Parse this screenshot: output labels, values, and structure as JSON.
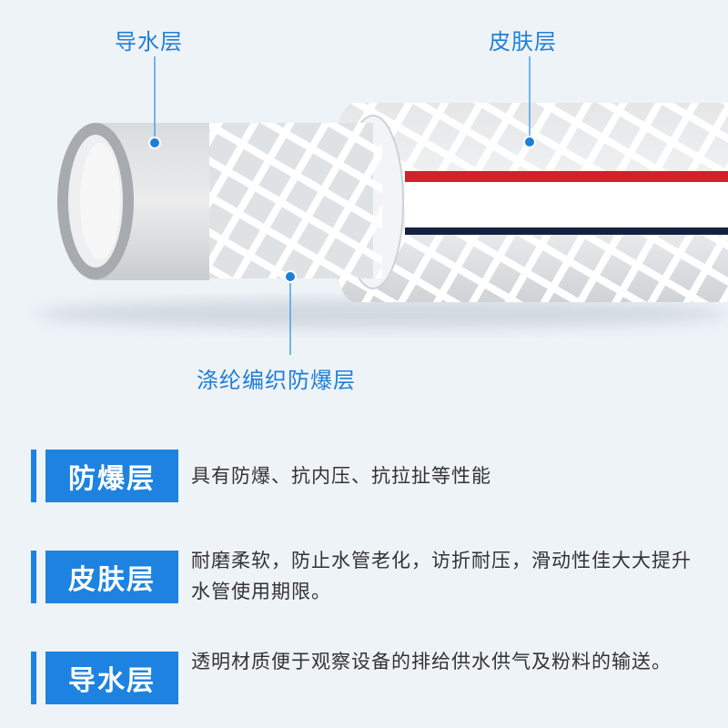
{
  "labels": {
    "inner_layer": "导水层",
    "skin_layer": "皮肤层",
    "braid_layer": "涤纶编织防爆层"
  },
  "features": [
    {
      "tag": "防爆层",
      "desc": "具有防爆、抗内压、抗拉扯等性能"
    },
    {
      "tag": "皮肤层",
      "desc": "耐磨柔软，防止水管老化，访折耐压，滑动性佳大大提升水管使用期限。"
    },
    {
      "tag": "导水层",
      "desc": "透明材质便于观察设备的排给供水供气及粉料的输送。"
    }
  ],
  "colors": {
    "accent": "#1e83e0",
    "stripe_red": "#d4202a",
    "stripe_navy": "#16203f",
    "tube_gray": "#d7dadd",
    "background": "#eef3f8"
  }
}
